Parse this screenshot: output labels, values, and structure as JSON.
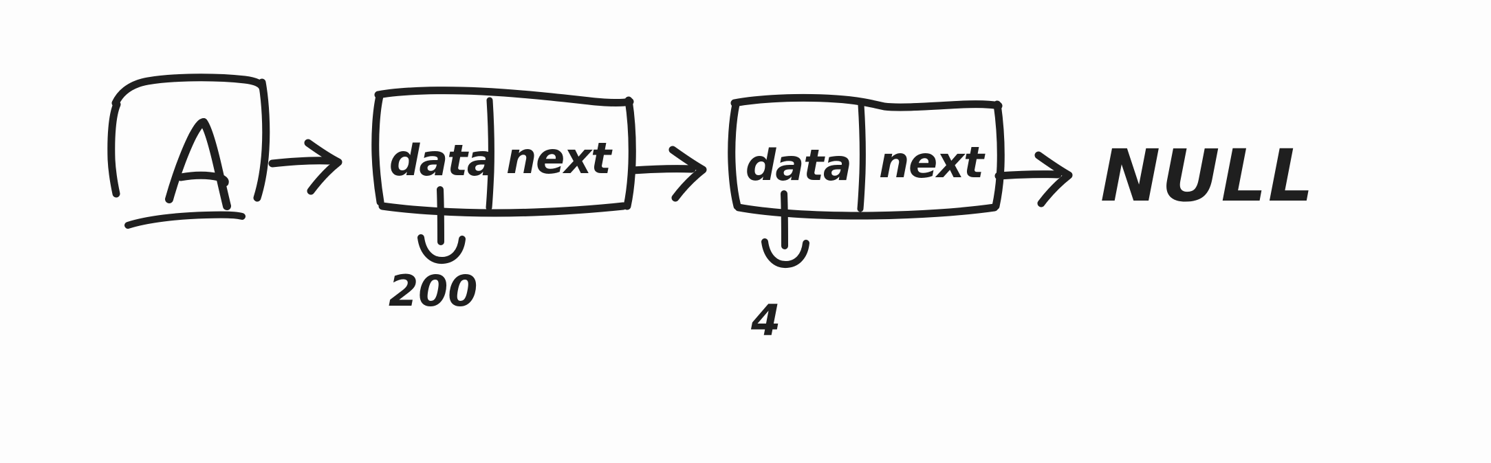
{
  "diagram": {
    "title": "Singly linked list with head pointer A",
    "background_color": "#fdfdfd",
    "ink_color": "#1f1f1f",
    "style": "hand-drawn whiteboard sketch"
  },
  "head": {
    "label": "A",
    "icon": "head-pointer-box"
  },
  "nodes": [
    {
      "index": 1,
      "data_label": "data",
      "next_label": "next",
      "value": "200",
      "value_pointer_icon": "down-hook-arrow-icon"
    },
    {
      "index": 2,
      "data_label": "data",
      "next_label": "next",
      "value": "4",
      "value_pointer_icon": "down-hook-arrow-icon"
    }
  ],
  "terminator": {
    "label": "NULL"
  },
  "arrows": [
    {
      "id": "arrow-head-to-node1",
      "icon": "right-arrow-icon",
      "from": "A",
      "to": "node-1"
    },
    {
      "id": "arrow-node1-to-node2",
      "icon": "right-arrow-icon",
      "from": "node-1-next",
      "to": "node-2"
    },
    {
      "id": "arrow-node2-to-null",
      "icon": "right-arrow-icon",
      "from": "node-2-next",
      "to": "NULL"
    }
  ]
}
